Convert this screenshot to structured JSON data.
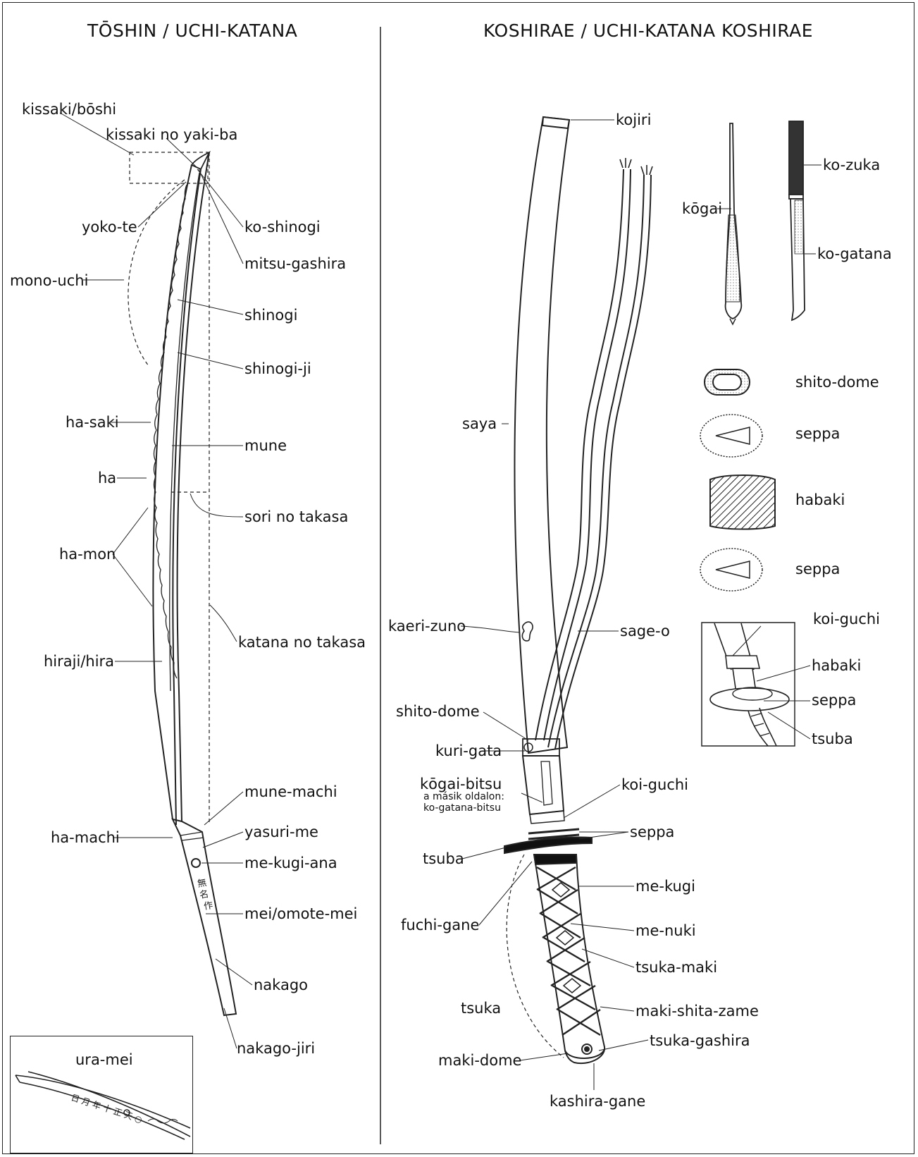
{
  "left_title": "TŌSHIN / UCHI-KATANA",
  "right_title": "KOSHIRAE / UCHI-KATANA KOSHIRAE",
  "blade_labels": {
    "kissaki_boshi": "kissaki/bōshi",
    "kissaki_no_yakiba": "kissaki no yaki-ba",
    "ko_shinogi": "ko-shinogi",
    "yoko_te": "yoko-te",
    "mitsu_gashira": "mitsu-gashira",
    "mono_uchi": "mono-uchi",
    "shinogi": "shinogi",
    "shinogi_ji": "shinogi-ji",
    "ha_saki": "ha-saki",
    "mune": "mune",
    "ha": "ha",
    "sori_no_takasa": "sori no takasa",
    "ha_mon": "ha-mon",
    "katana_no_takasa": "katana no takasa",
    "hiraji_hira": "hiraji/hira",
    "mune_machi": "mune-machi",
    "ha_machi": "ha-machi",
    "yasuri_me": "yasuri-me",
    "me_kugi_ana": "me-kugi-ana",
    "mei_omote_mei": "mei/omote-mei",
    "nakago": "nakago",
    "nakago_jiri": "nakago-jiri",
    "ura_mei": "ura-mei"
  },
  "mount_labels": {
    "kojiri": "kojiri",
    "ko_zuka": "ko-zuka",
    "kogai": "kōgai",
    "ko_gatana": "ko-gatana",
    "shito_dome_part": "shito-dome",
    "seppa_part_1": "seppa",
    "habaki_part": "habaki",
    "seppa_part_2": "seppa",
    "saya": "saya",
    "koi_guchi_inset": "koi-guchi",
    "habaki_inset": "habaki",
    "seppa_inset": "seppa",
    "tsuba_inset": "tsuba",
    "kaeri_zuno": "kaeri-zuno",
    "sage_o": "sage-o",
    "shito_dome": "shito-dome",
    "kuri_gata": "kuri-gata",
    "kogai_bitsu": "kōgai-bitsu",
    "kogai_bitsu_note1": "a másik oldalon:",
    "kogai_bitsu_note2": "ko-gatana-bitsu",
    "koi_guchi": "koi-guchi",
    "seppa": "seppa",
    "tsuba": "tsuba",
    "me_kugi": "me-kugi",
    "fuchi_gane": "fuchi-gane",
    "me_nuki": "me-nuki",
    "tsuka_maki": "tsuka-maki",
    "tsuka": "tsuka",
    "maki_shita_zame": "maki-shita-zame",
    "tsuka_gashira": "tsuka-gashira",
    "maki_dome": "maki-dome",
    "kashira_gane": "kashira-gane"
  }
}
